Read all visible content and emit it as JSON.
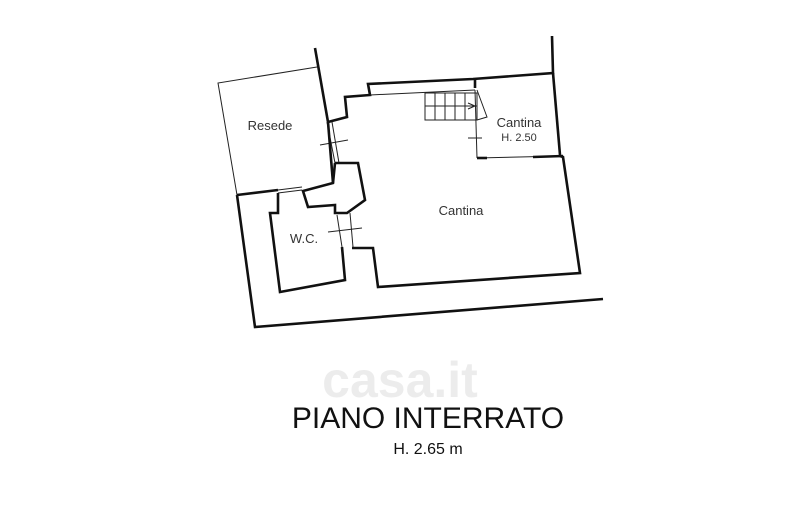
{
  "plan": {
    "rooms": {
      "resede": "Resede",
      "cantina_small": "Cantina",
      "cantina_small_height": "H. 2.50",
      "cantina_main": "Cantina",
      "wc": "W.C."
    },
    "title": "PIANO INTERRATO",
    "height": "H. 2.65 m"
  },
  "watermark": "casa.it",
  "colors": {
    "walls": "#111111",
    "background": "#ffffff"
  }
}
